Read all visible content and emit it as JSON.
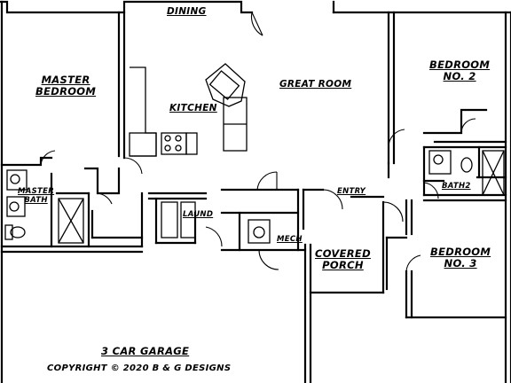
{
  "rooms": {
    "dining": "DINING",
    "great_room": "GREAT ROOM",
    "master_bedroom": [
      "MASTER",
      "BEDROOM"
    ],
    "kitchen": "KITCHEN",
    "bedroom_2": [
      "BEDROOM",
      "NO. 2"
    ],
    "master_bath": [
      "MASTER",
      "BATH"
    ],
    "laundry": "LAUND",
    "entry": "ENTRY",
    "bath_2": "BATH2",
    "mech": "MECH",
    "covered_porch": [
      "COVERED",
      "PORCH"
    ],
    "bedroom_3": [
      "BEDROOM",
      "NO. 3"
    ],
    "garage": "3 CAR GARAGE"
  },
  "copyright": "COPYRIGHT © 2020 B & G DESIGNS"
}
